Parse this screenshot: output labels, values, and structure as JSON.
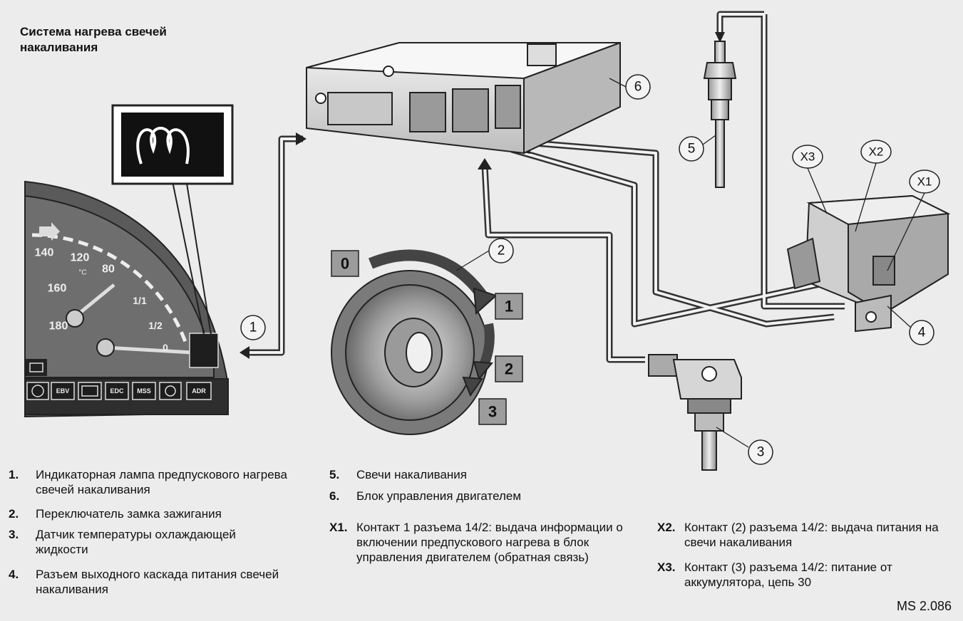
{
  "title": "Система нагрева свечей накаливания",
  "callouts": [
    "1",
    "2",
    "3",
    "4",
    "5",
    "6"
  ],
  "connectors": [
    "X3",
    "X2",
    "X1"
  ],
  "ignition_positions": [
    "0",
    "1",
    "2",
    "3"
  ],
  "gauge": {
    "temp_labels": [
      "140",
      "160",
      "180",
      "120",
      "80"
    ],
    "temp_unit": "°C",
    "fuel_labels": [
      "1/1",
      "1/2",
      "0"
    ]
  },
  "indicators": [
    "EBV",
    "EDC",
    "MSS",
    "ADR"
  ],
  "icons": [
    "glow-plug-coil-icon",
    "arrow-right-icon",
    "battery-icon",
    "brake-icon",
    "engine-icon",
    "airbag-icon"
  ],
  "legend_left": [
    {
      "num": "1.",
      "text": "Индикаторная лампа предпускового нагрева свечей накаливания"
    },
    {
      "num": "2.",
      "text": "Переключатель замка зажигания"
    },
    {
      "num": "3.",
      "text": "Датчик температуры охлаждающей жидкости"
    },
    {
      "num": "4.",
      "text": "Разъем выходного каскада питания свечей накаливания"
    }
  ],
  "legend_mid": [
    {
      "num": "5.",
      "text": "Свечи накаливания"
    },
    {
      "num": "6.",
      "text": "Блок управления двигателем"
    },
    {
      "num": "X1.",
      "text": "Контакт 1 разъема 14/2: выдача информации о включении предпускового нагрева в блок управления двигателем (обратная связь)"
    }
  ],
  "legend_right": [
    {
      "num": "X2.",
      "text": "Контакт (2) разъема 14/2: выдача питания на свечи накаливания"
    },
    {
      "num": "X3.",
      "text": "Контакт (3) разъема 14/2: питание от аккумулятора, цепь 30"
    }
  ],
  "figure_code": "MS 2.086"
}
